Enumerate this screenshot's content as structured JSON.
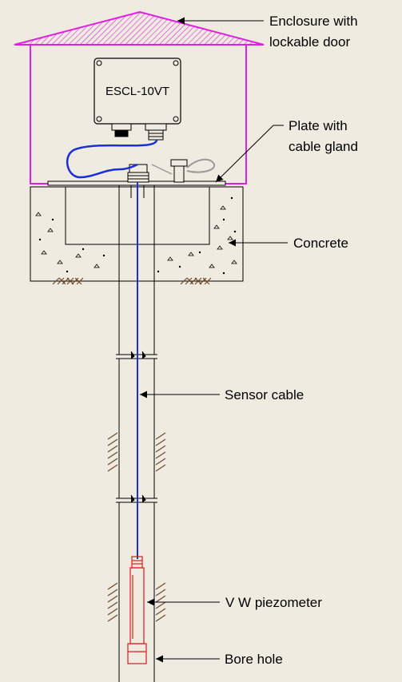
{
  "device": {
    "label": "ESCL-10VT"
  },
  "callouts": [
    {
      "id": "enclosure",
      "lines": [
        "Enclosure with",
        "lockable door"
      ]
    },
    {
      "id": "plate",
      "lines": [
        "Plate with",
        "cable gland"
      ]
    },
    {
      "id": "concrete",
      "lines": [
        "Concrete"
      ]
    },
    {
      "id": "sensor-cable",
      "lines": [
        "Sensor cable"
      ]
    },
    {
      "id": "piezometer",
      "lines": [
        "V W piezometer"
      ]
    },
    {
      "id": "bore-hole",
      "lines": [
        "Bore hole"
      ]
    }
  ],
  "colors": {
    "background": "#efebe0",
    "enclosure": "#e020e0",
    "cable": "#1a2fd8",
    "sensor": "#e01818",
    "lines": "#000000"
  }
}
